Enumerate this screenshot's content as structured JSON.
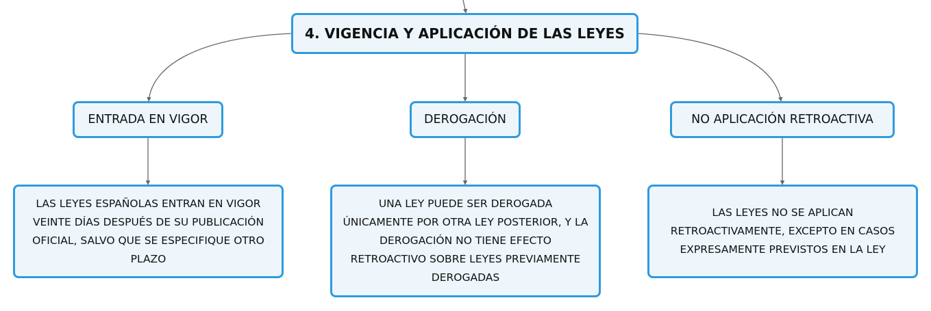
{
  "diagram": {
    "root": {
      "label": "4. VIGENCIA Y APLICACIÓN DE LAS LEYES"
    },
    "branches": [
      {
        "label": "ENTRADA EN VIGOR",
        "detail": "LAS LEYES ESPAÑOLAS ENTRAN EN VIGOR VEINTE DÍAS DESPUÉS DE SU PUBLICACIÓN OFICIAL, SALVO QUE SE ESPECIFIQUE OTRO PLAZO"
      },
      {
        "label": "DEROGACIÓN",
        "detail": "UNA LEY PUEDE SER DEROGADA ÚNICAMENTE POR OTRA LEY POSTERIOR, Y LA DEROGACIÓN NO TIENE EFECTO RETROACTIVO SOBRE LEYES PREVIAMENTE DEROGADAS"
      },
      {
        "label": "NO APLICACIÓN RETROACTIVA",
        "detail": "LAS LEYES NO SE APLICAN RETROACTIVAMENTE, EXCEPTO EN CASOS EXPRESAMENTE PREVISTOS EN LA LEY"
      }
    ]
  },
  "colors": {
    "node_border": "#2e9bdf",
    "node_fill": "#eef6fc",
    "connector": "#666666",
    "text": "#111111"
  }
}
